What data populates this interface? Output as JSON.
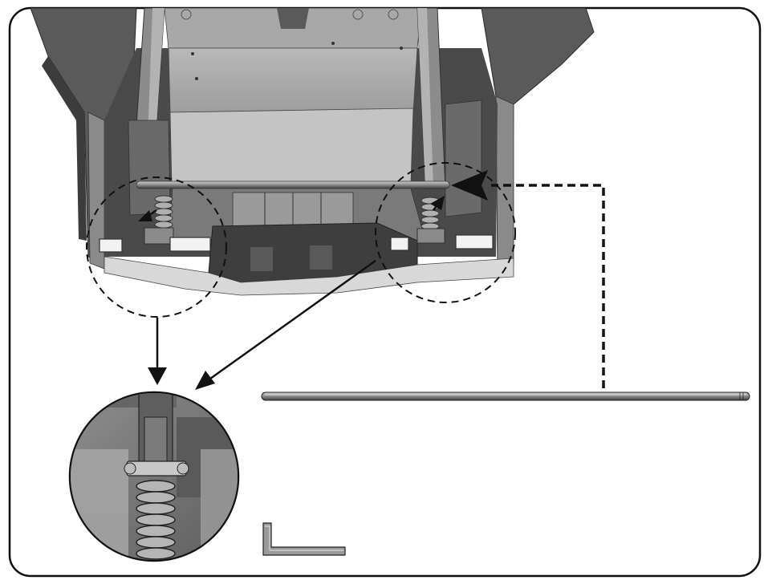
{
  "diagram": {
    "frame": {
      "stroke": "#111111",
      "fill": "#ffffff"
    },
    "colors": {
      "body_dark": "#4a4a4a",
      "body_mid": "#6b6b6b",
      "body_light": "#9a9a9a",
      "panel_light": "#c4c4c4",
      "panel_top": "#b3b3b3",
      "highlight": "#e6e6e6",
      "rod": "#8c8c8c",
      "rod_edge": "#3a3a3a",
      "arrow": "#111111",
      "spring": "#b0b0b0"
    },
    "parts": [
      {
        "id": "frame-assembly",
        "icon": "frame-assembly-icon"
      },
      {
        "id": "spring-hinge-left",
        "icon": "spring-hinge-icon"
      },
      {
        "id": "spring-hinge-right",
        "icon": "spring-hinge-icon"
      },
      {
        "id": "detail-inset",
        "icon": "magnified-spring-icon"
      },
      {
        "id": "rod",
        "icon": "long-rod-icon"
      },
      {
        "id": "allen-key",
        "icon": "allen-key-icon"
      }
    ]
  }
}
